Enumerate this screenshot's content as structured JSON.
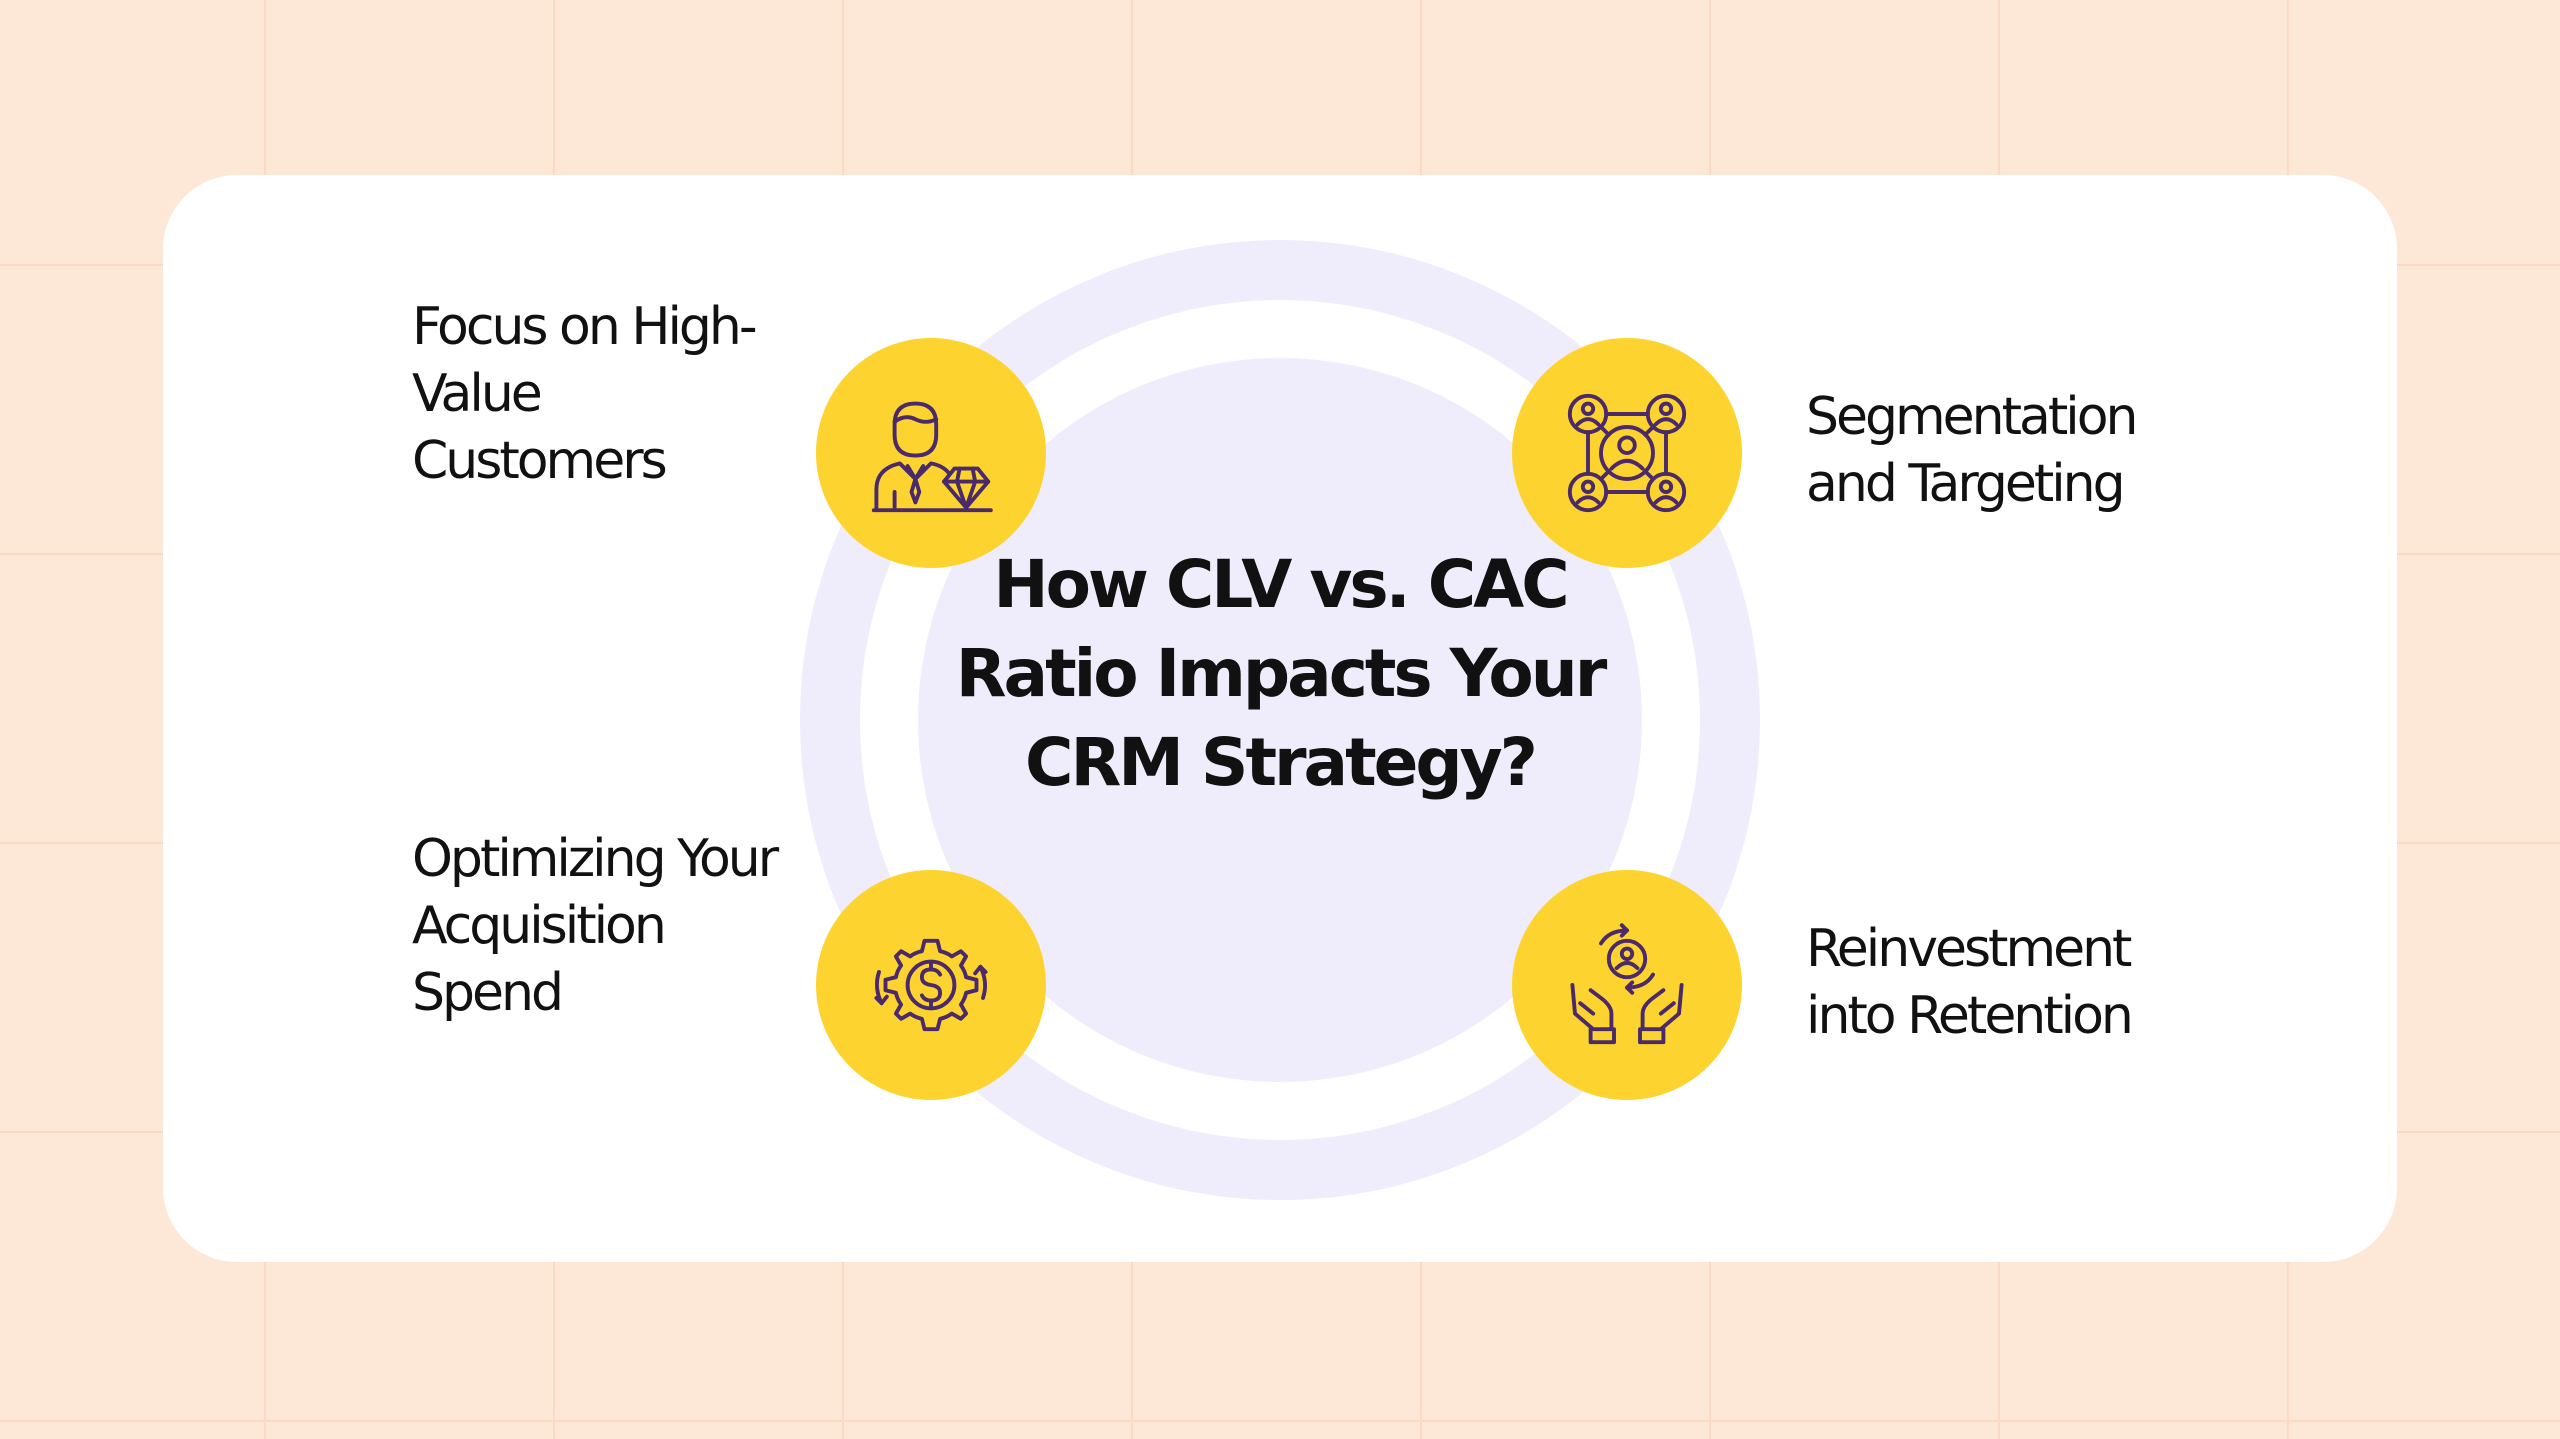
{
  "title": "How CLV vs. CAC Ratio Impacts Your CRM Strategy?",
  "items": [
    {
      "label": "Focus on High-Value Customers",
      "icon": "customer-diamond-icon"
    },
    {
      "label": "Segmentation and Targeting",
      "icon": "audience-network-icon"
    },
    {
      "label": "Optimizing Your Acquisition Spend",
      "icon": "dollar-gear-icon"
    },
    {
      "label": "Reinvestment into Retention",
      "icon": "hands-retention-icon"
    }
  ],
  "colors": {
    "background": "#fde8d8",
    "card": "#ffffff",
    "ring": "#efedfb",
    "node": "#fdd42f",
    "icon_stroke": "#4a2a6a",
    "text": "#111111"
  }
}
